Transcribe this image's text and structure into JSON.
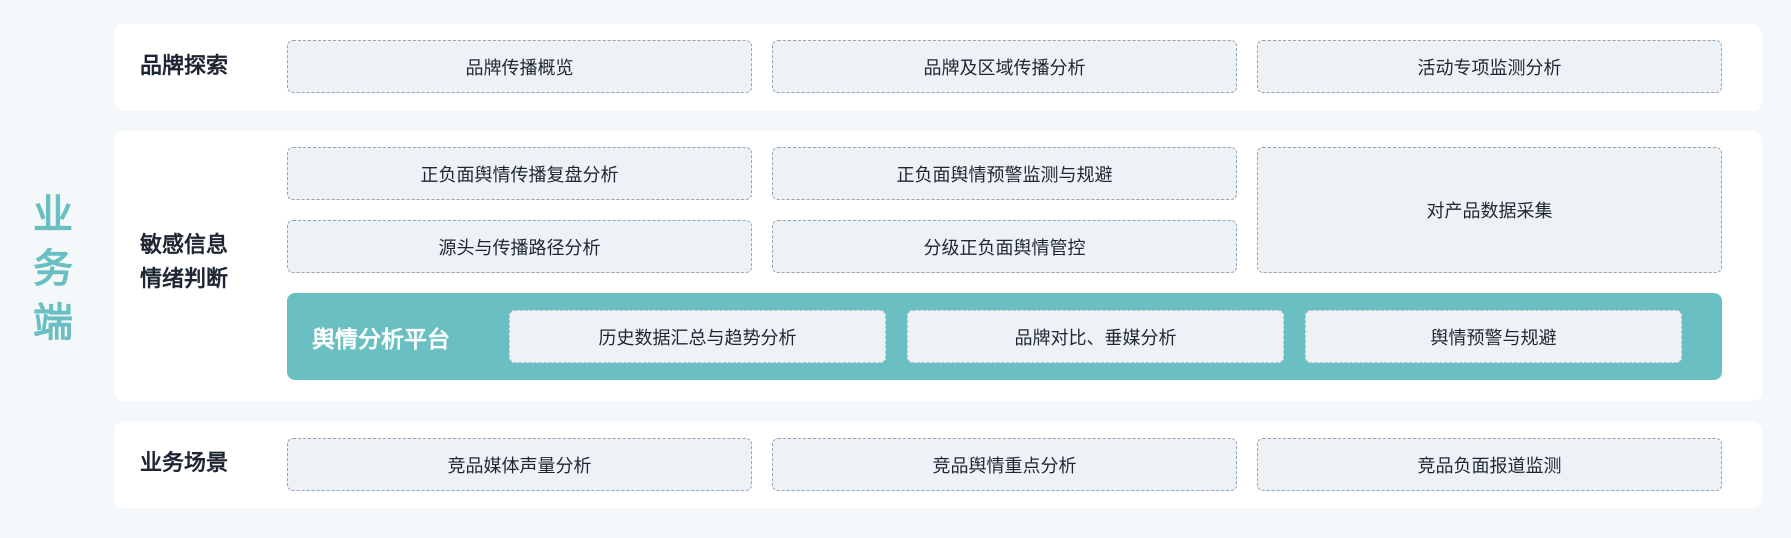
{
  "side_label": [
    "业",
    "务",
    "端"
  ],
  "rows": {
    "brand": {
      "title": "品牌探索",
      "items": [
        "品牌传播概览",
        "品牌及区域传播分析",
        "活动专项监测分析"
      ]
    },
    "sensitive": {
      "title_lines": [
        "敏感信息",
        "情绪判断"
      ],
      "items": [
        "正负面舆情传播复盘分析",
        "正负面舆情预警监测与规避",
        "源头与传播路径分析",
        "分级正负面舆情管控",
        "对产品数据采集"
      ],
      "platform": {
        "title": "舆情分析平台",
        "items": [
          "历史数据汇总与趋势分析",
          "品牌对比、垂媒分析",
          "舆情预警与规避"
        ]
      }
    },
    "scene": {
      "title": "业务场景",
      "items": [
        "竞品媒体声量分析",
        "竞品舆情重点分析",
        "竞品负面报道监测"
      ]
    }
  },
  "colors": {
    "accent": "#69bfc1",
    "background": "#f5f8fb",
    "card": "#ffffff",
    "box": "#edf2f6",
    "text": "#1f2633"
  }
}
